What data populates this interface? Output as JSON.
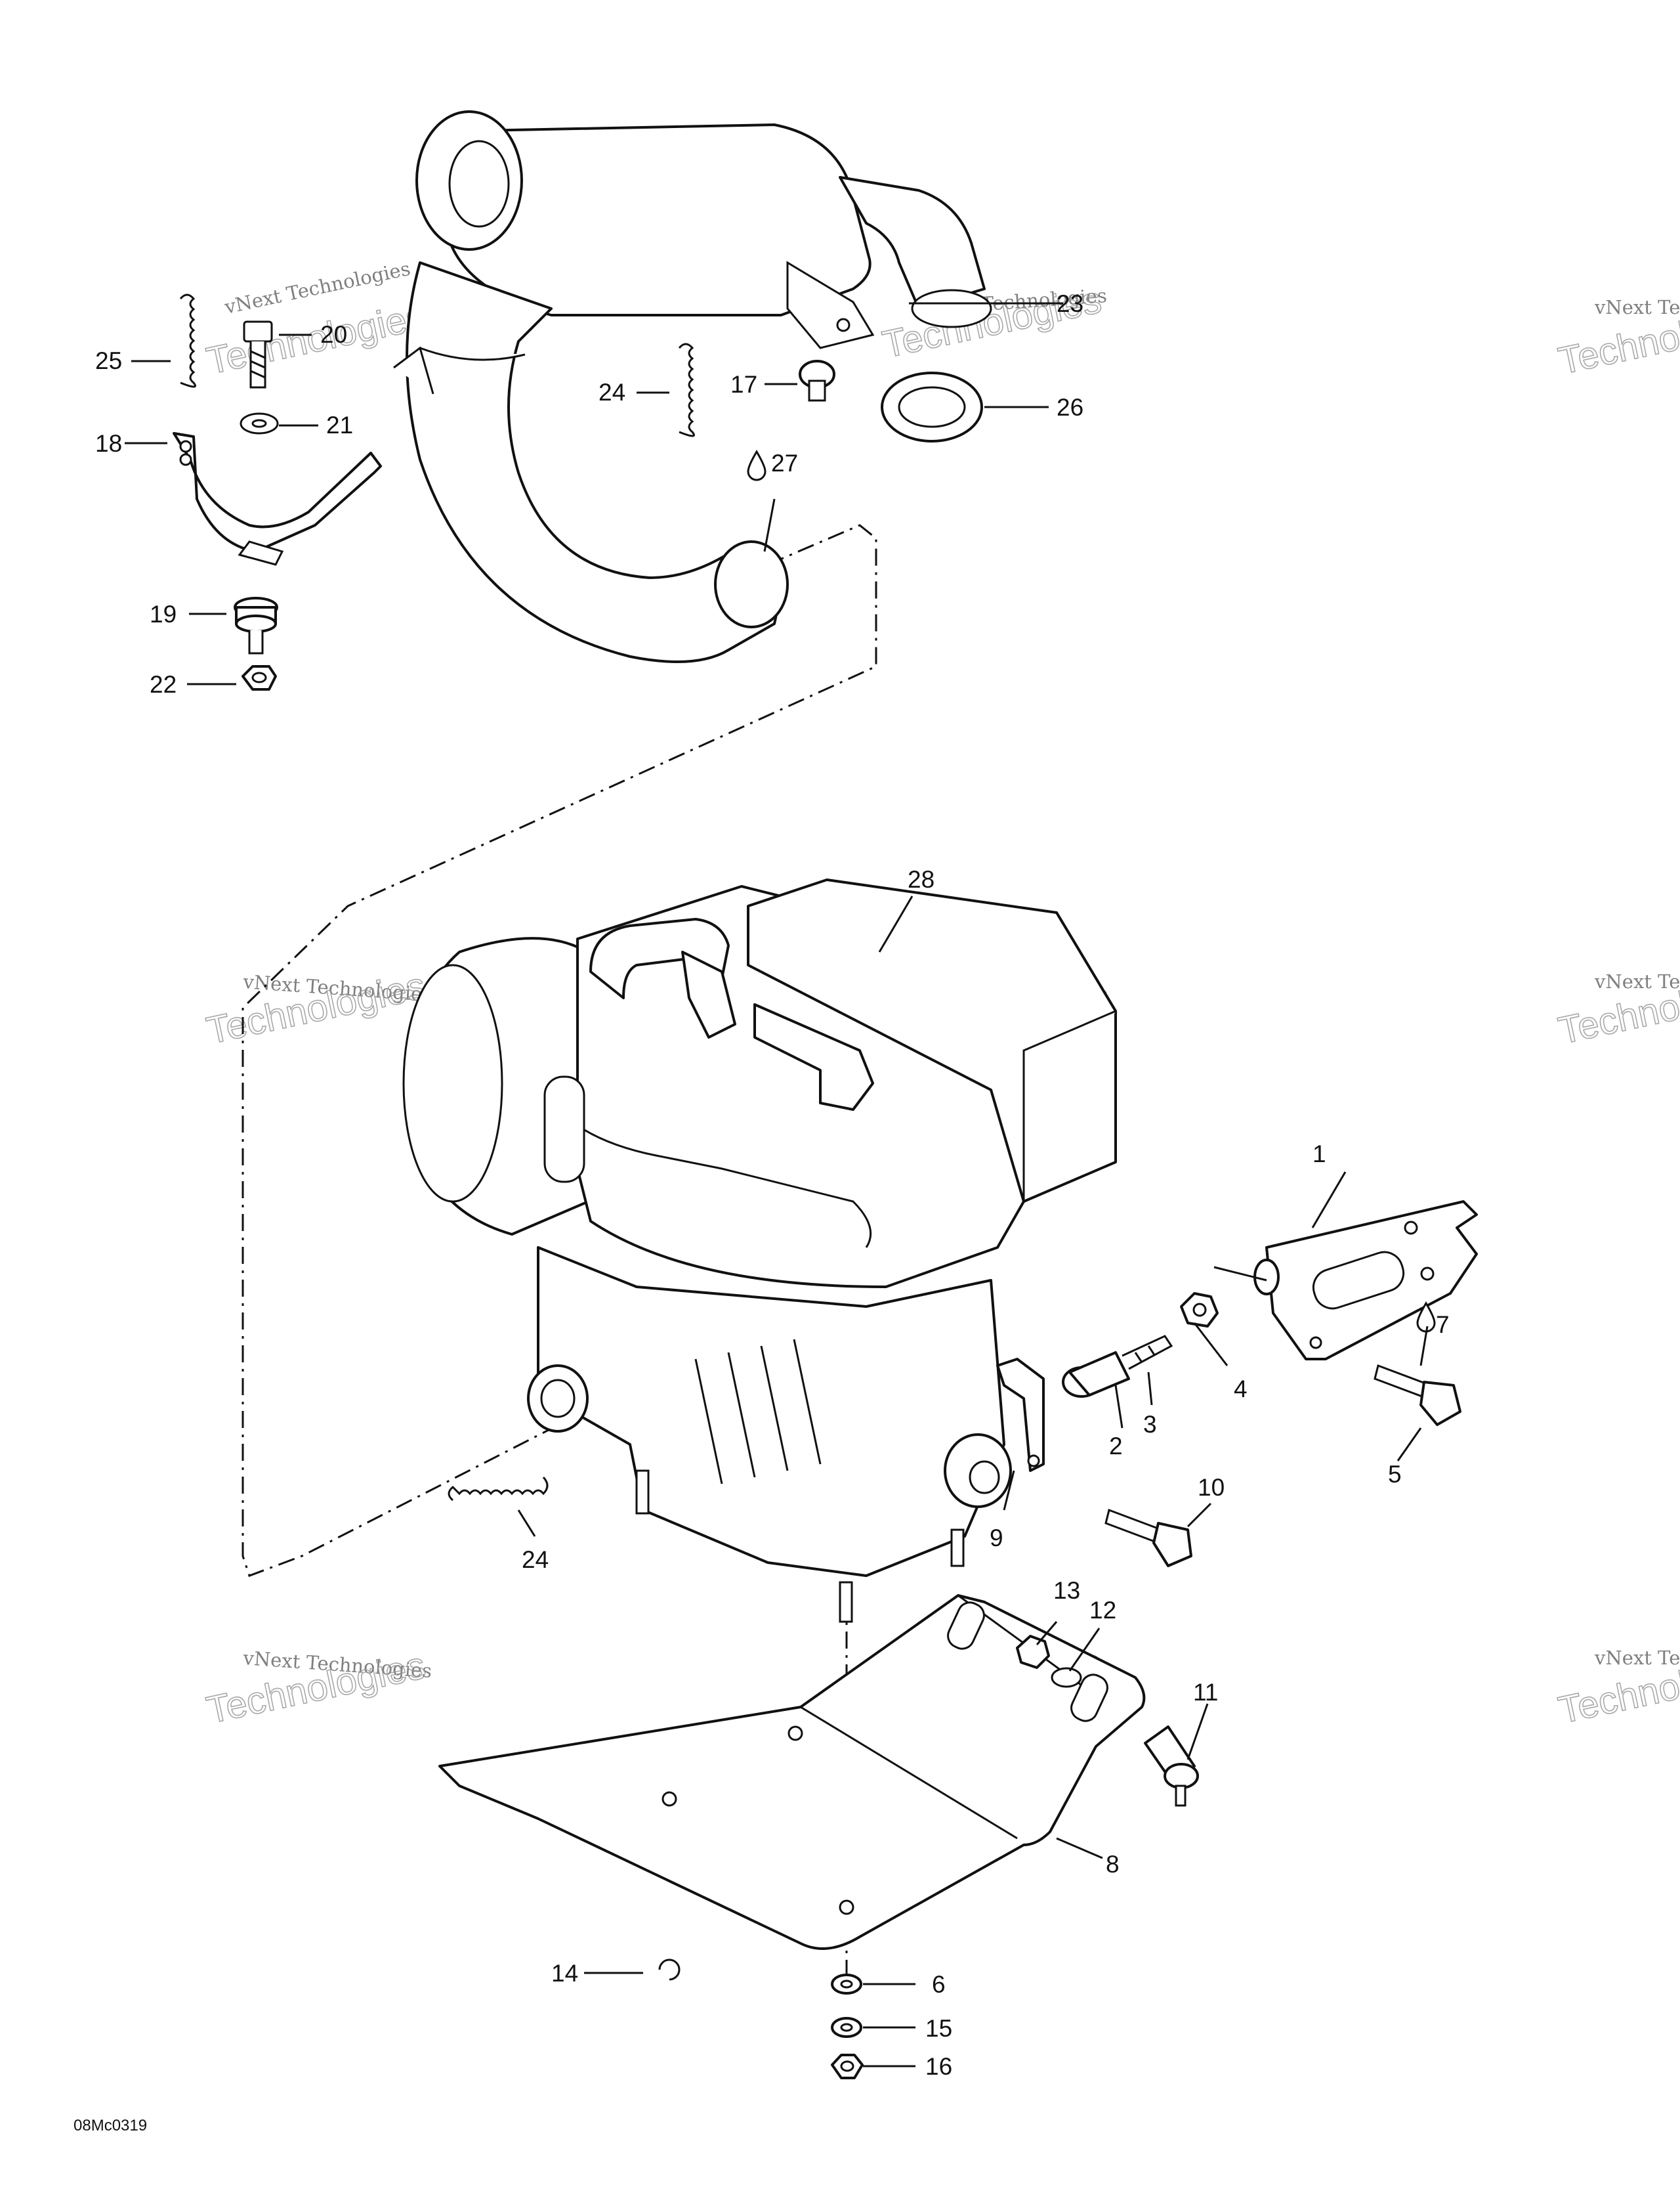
{
  "diagram": {
    "ref_code": "08Mc0319",
    "watermark": {
      "line1": "vNext Technologies",
      "line2": "Technologies",
      "overlay": "vNext"
    },
    "callouts": [
      {
        "id": "1",
        "label": "1"
      },
      {
        "id": "2",
        "label": "2"
      },
      {
        "id": "3",
        "label": "3"
      },
      {
        "id": "4",
        "label": "4"
      },
      {
        "id": "5",
        "label": "5"
      },
      {
        "id": "6",
        "label": "6"
      },
      {
        "id": "7",
        "label": "7"
      },
      {
        "id": "8",
        "label": "8"
      },
      {
        "id": "9",
        "label": "9"
      },
      {
        "id": "10",
        "label": "10"
      },
      {
        "id": "11",
        "label": "11"
      },
      {
        "id": "12",
        "label": "12"
      },
      {
        "id": "13",
        "label": "13"
      },
      {
        "id": "14",
        "label": "14"
      },
      {
        "id": "15",
        "label": "15"
      },
      {
        "id": "16",
        "label": "16"
      },
      {
        "id": "17",
        "label": "17"
      },
      {
        "id": "18",
        "label": "18"
      },
      {
        "id": "19",
        "label": "19"
      },
      {
        "id": "20",
        "label": "20"
      },
      {
        "id": "21",
        "label": "21"
      },
      {
        "id": "22",
        "label": "22"
      },
      {
        "id": "23",
        "label": "23"
      },
      {
        "id": "24a",
        "label": "24"
      },
      {
        "id": "24b",
        "label": "24"
      },
      {
        "id": "25",
        "label": "25"
      },
      {
        "id": "26",
        "label": "26"
      },
      {
        "id": "27",
        "label": "27"
      },
      {
        "id": "28",
        "label": "28"
      }
    ]
  }
}
